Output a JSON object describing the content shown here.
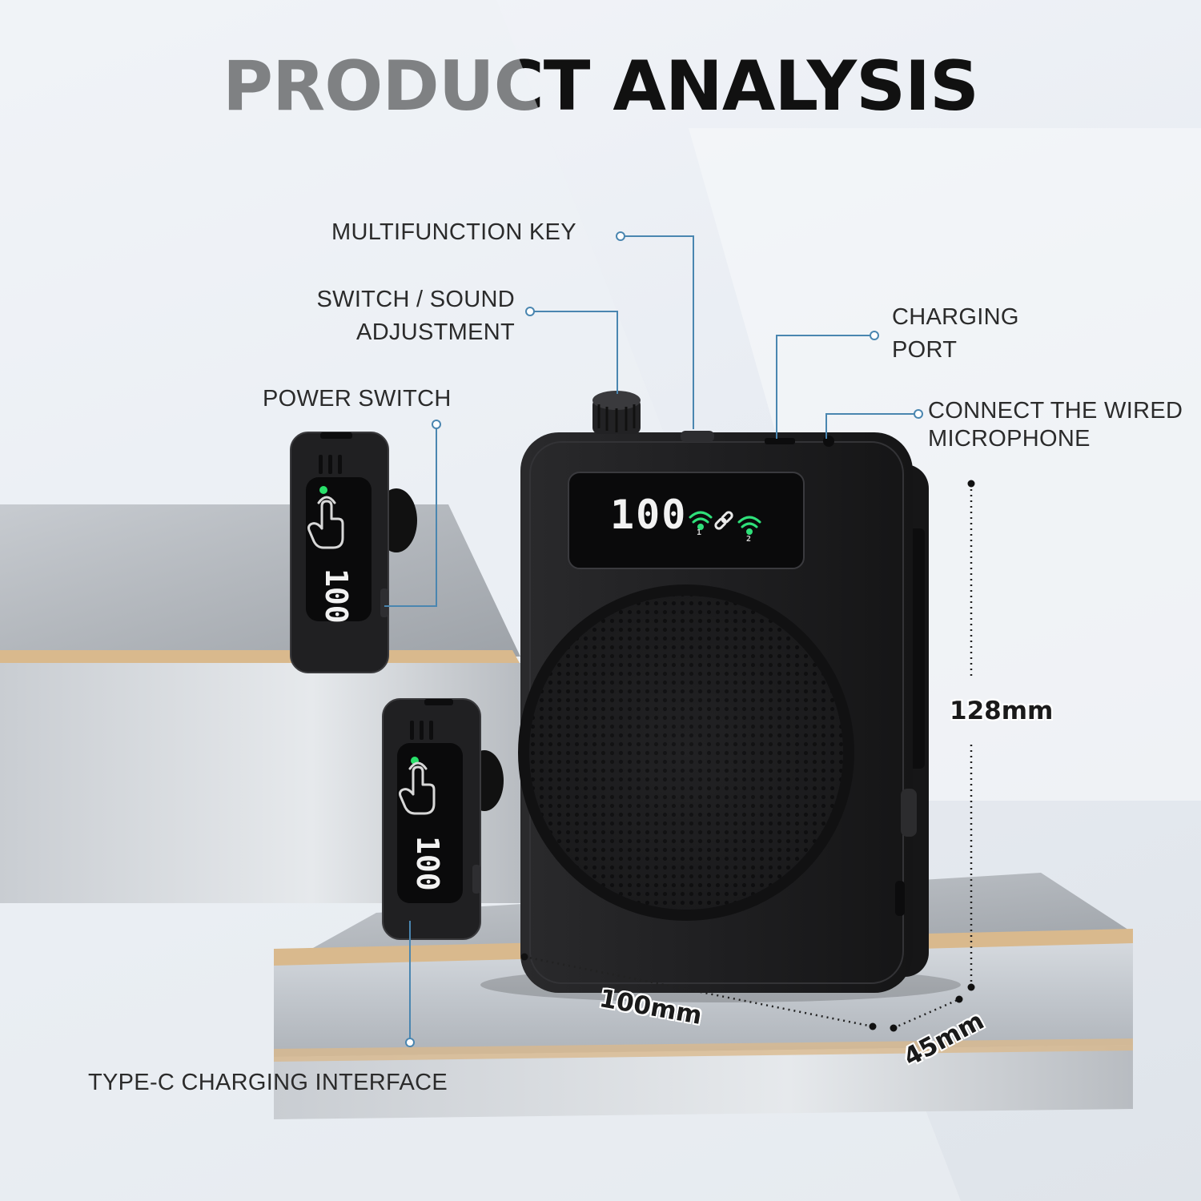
{
  "title": "PRODUCT ANALYSIS",
  "callouts": {
    "multifunction_key": "MULTIFUNCTION KEY",
    "switch_sound_line1": "SWITCH / SOUND",
    "switch_sound_line2": "ADJUSTMENT",
    "power_switch": "POWER SWITCH",
    "charging_port_line1": "CHARGING",
    "charging_port_line2": "PORT",
    "wired_mic_line1": "CONNECT THE WIRED",
    "wired_mic_line2": "MICROPHONE",
    "type_c": "TYPE-C CHARGING INTERFACE"
  },
  "dimensions": {
    "height": "128mm",
    "width": "100mm",
    "depth": "45mm"
  },
  "speaker_display": {
    "value": "100",
    "channel_1": "1",
    "channel_2": "2"
  },
  "mic_display": {
    "value": "100"
  },
  "colors": {
    "callout_line": "#4a86b0",
    "device_body": "#1c1c1e",
    "wood_edge": "#d9b98d"
  },
  "icons": [
    "wifi-signal-icon",
    "link-icon",
    "touch-hand-icon",
    "status-led-icon"
  ]
}
